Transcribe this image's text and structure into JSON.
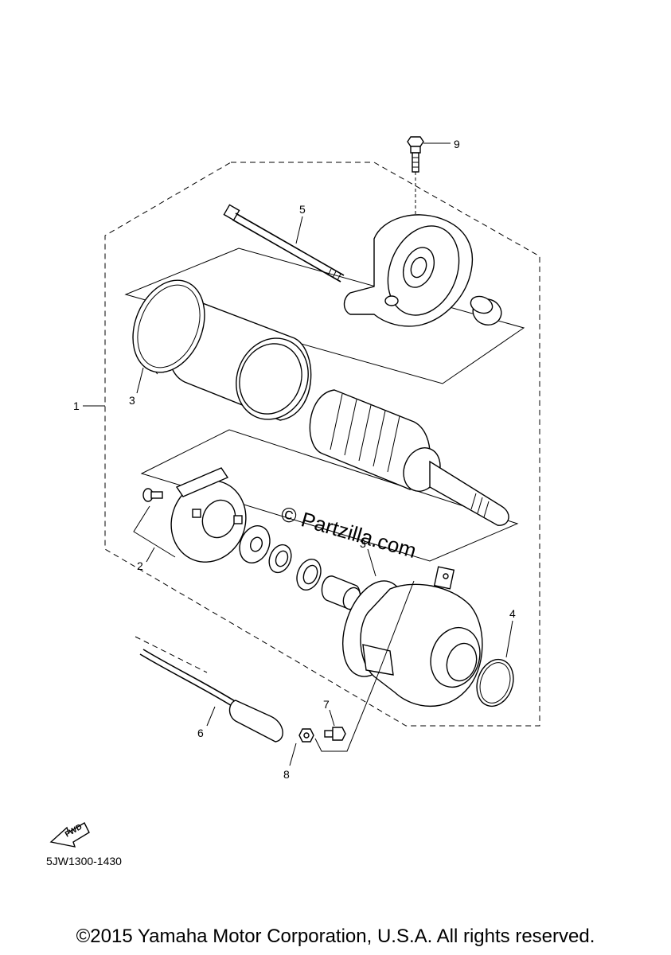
{
  "callouts": {
    "c1": "1",
    "c2": "2",
    "c3a": "3",
    "c3b": "3",
    "c4": "4",
    "c5": "5",
    "c6": "6",
    "c7": "7",
    "c8": "8",
    "c9": "9"
  },
  "fwd_label": "FWD",
  "watermark": "© Partzilla.com",
  "ref_code": "5JW1300-1430",
  "copyright": "©2015 Yamaha Motor Corporation, U.S.A. All rights reserved."
}
